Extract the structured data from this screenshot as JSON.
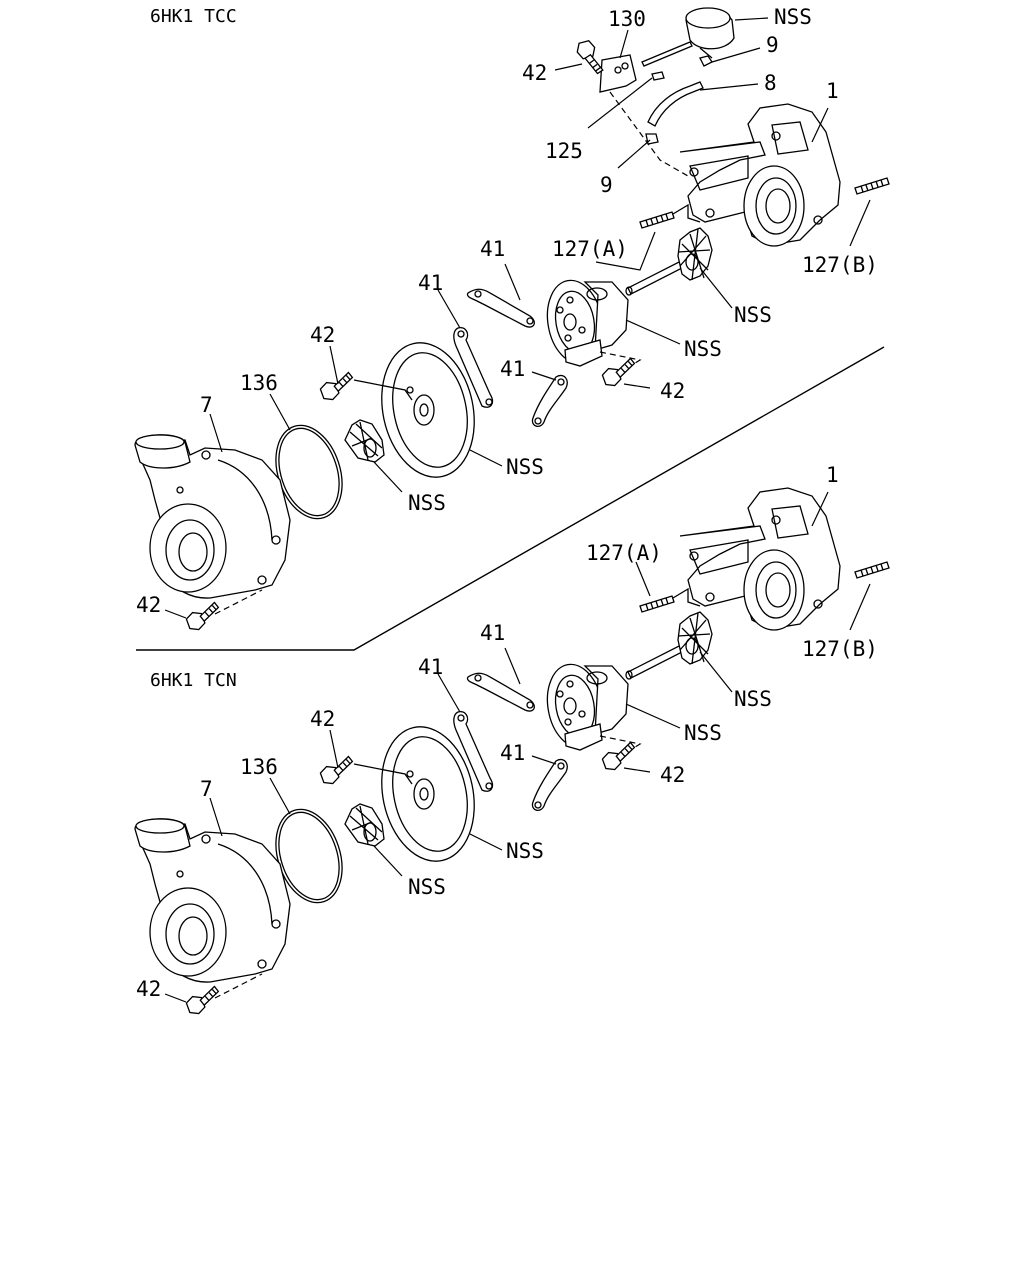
{
  "sections": [
    {
      "title": "6HK1 TCC",
      "labels": {
        "p130": "130",
        "p42_top": "42",
        "p125": "125",
        "p9_a": "9",
        "p9_b": "9",
        "p8": "8",
        "p1": "1",
        "nss_actuator": "NSS",
        "p127a": "127(A)",
        "p127b": "127(B)",
        "nss_shaft": "NSS",
        "nss_center": "NSS",
        "p41_a": "41",
        "p41_b": "41",
        "p41_c": "41",
        "p42_mid": "42",
        "p42_left": "42",
        "p136": "136",
        "p7": "7",
        "nss_wheel": "NSS",
        "nss_plate": "NSS",
        "p42_bottom": "42"
      }
    },
    {
      "title": "6HK1 TCN",
      "labels": {
        "p1": "1",
        "p127a": "127(A)",
        "p127b": "127(B)",
        "nss_shaft": "NSS",
        "nss_center": "NSS",
        "p41_a": "41",
        "p41_b": "41",
        "p41_c": "41",
        "p42_mid": "42",
        "p42_left": "42",
        "p136": "136",
        "p7": "7",
        "nss_wheel": "NSS",
        "nss_plate": "NSS",
        "p42_bottom": "42"
      }
    }
  ]
}
